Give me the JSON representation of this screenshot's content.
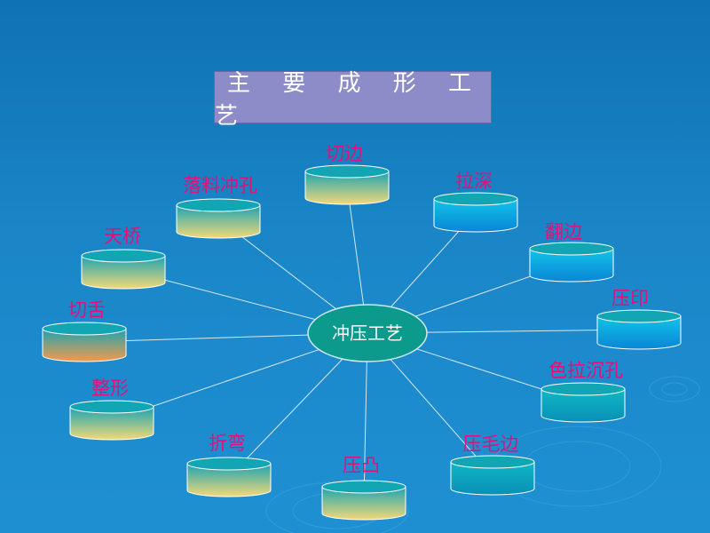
{
  "title": "主 要 成 形 工 艺",
  "center": {
    "label": "冲压工艺"
  },
  "colors": {
    "background_top": "#0f72b3",
    "background_bottom": "#1e90d2",
    "title_box": "#8c8cc8",
    "label_text": "#e0117a",
    "center_fill": "#0c9a8c",
    "connector": "#d8e8f4"
  },
  "nodes": [
    {
      "label": "切边",
      "style": "yellow"
    },
    {
      "label": "拉深",
      "style": "blue"
    },
    {
      "label": "翻边",
      "style": "blue"
    },
    {
      "label": "压印",
      "style": "blue"
    },
    {
      "label": "色拉沉孔",
      "style": "teal"
    },
    {
      "label": "压毛边",
      "style": "teal"
    },
    {
      "label": "压凸",
      "style": "yellow"
    },
    {
      "label": "折弯",
      "style": "yellow"
    },
    {
      "label": "整形",
      "style": "yellow"
    },
    {
      "label": "切舌",
      "style": "orange"
    },
    {
      "label": "天桥",
      "style": "yellow"
    },
    {
      "label": "落料冲孔",
      "style": "yellow"
    }
  ]
}
